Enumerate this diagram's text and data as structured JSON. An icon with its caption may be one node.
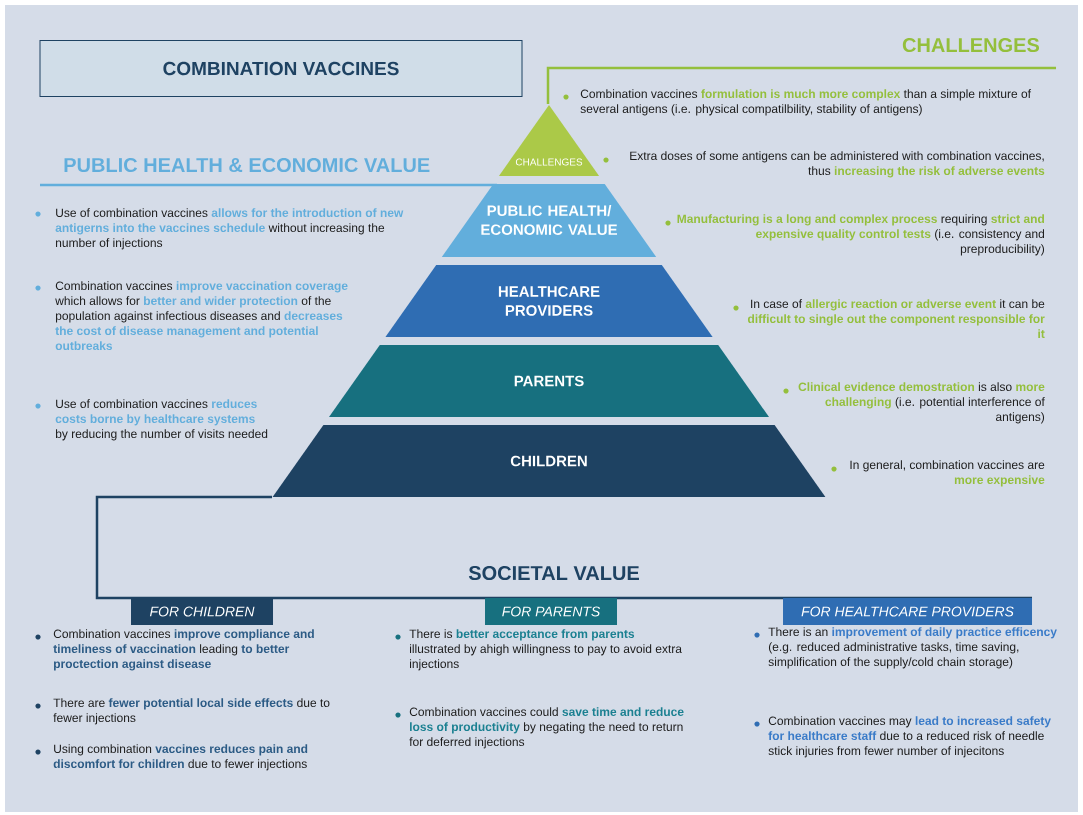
{
  "diagram": {
    "nodes": [
      {
        "text": [
          "COMBINATION VACCINES"
        ]
      },
      {
        "text": [
          "CHALLENGES"
        ]
      },
      {
        "text": [
          "PUBLIC HEALTH/ ECONOMIC VALUE"
        ]
      },
      {
        "text": [
          "HEALTHCARE PROVIDERS"
        ]
      },
      {
        "text": [
          "PARENTS"
        ]
      },
      {
        "text": [
          "CHILDREN"
        ]
      },
      {
        "text": [
          "FOR CHILDREN"
        ]
      },
      {
        "text": [
          "FOR PARENTS"
        ]
      },
      {
        "text": [
          "FOR HEALTHCARE PROVIDERS"
        ]
      }
    ],
    "labels": [
      "CHALLENGES",
      "PUBLIC HEALTH & ECONOMIC VALUE",
      "Use of combination vaccines **allows for the introduction of new antigerns into the vaccines schedule** without increasing the number of injections",
      "Combination vaccines **improve vaccination coverage** which allows for **better and wider protection** of the population against infectious diseases and **decreases the cost of disease management and potential outbreaks**",
      "Use of combination vaccines **reduces costs borne by healthcare systems** by reducing the number of visits needed",
      "Combination vaccines **formulation is much more complex** than a simple mixture of several antigens (i.e. physical compatilbility, stability of antigens)",
      "Extra doses of some antigens can be administered with combination vaccines, thus **increasing the risk of adverse events**",
      "**Manufacturing is a long and complex process** requiring **strict and expensive quality control tests** (i.e. consistency and preproducibility)",
      "In case of **allergic reaction or adverse event** it can be **difficult to single out the component responsible for it**",
      "**Clinical evidence demostration** is also **more challenging** (i.e. potential interference of antigens)",
      "In general, combination vaccines are **more expensive**",
      "SOCIETAL VALUE",
      "Combination vaccines **improve compliance and timeliness of vaccination** leading **to better proctection against disease**",
      "There are **fewer potential local side effects** due to fewer injections",
      "Using combination **vaccines reduces pain and discomfort for children** due to fewer injections",
      "There is **better acceptance from parents** illustrated by ahigh willingness to pay to avoid extra injections",
      "Combination vaccines could **save time and reduce loss of productivity** by negating the need to return for deferred injections",
      "There is an **improvement of daily practice efficency** (e.g. reduced administrative tasks, time saving, simplification of the supply/cold chain storage)",
      "Combination vaccines may **lead to increased safety for healthcare staff** due to a reduced risk of needle stick injuries from fewer number of injecitons"
    ]
  }
}
